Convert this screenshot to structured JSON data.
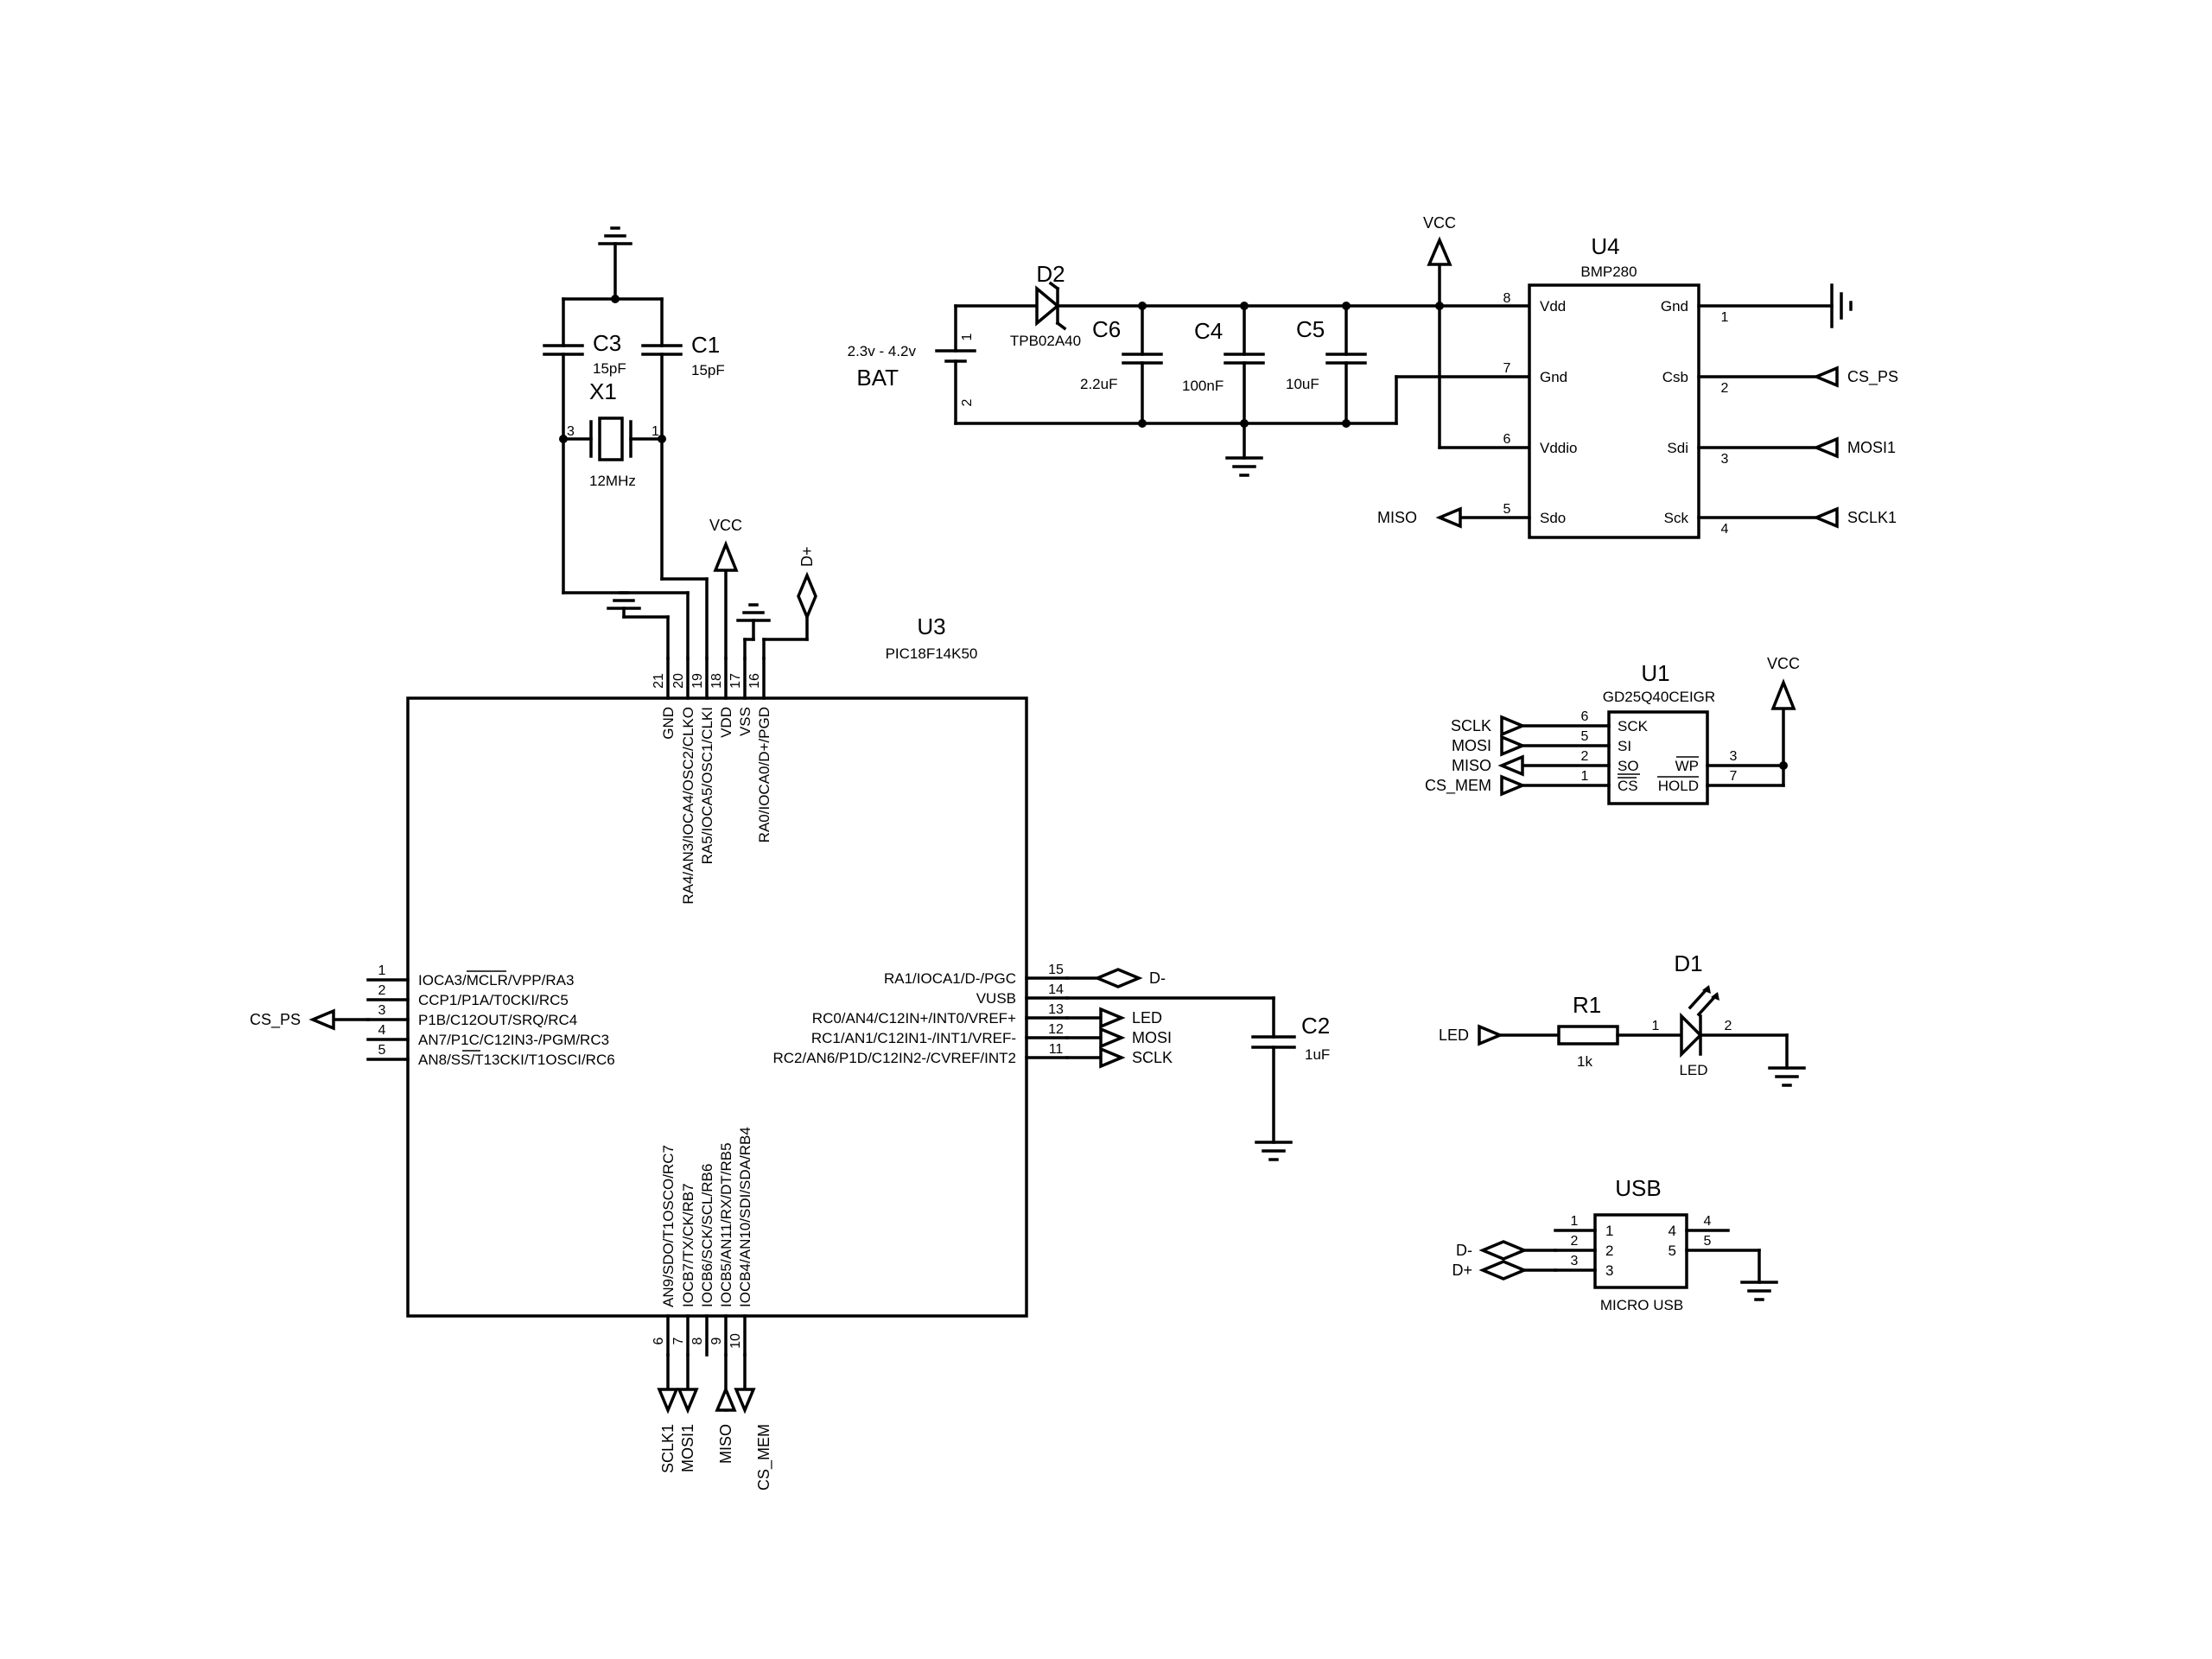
{
  "components": {
    "u3": {
      "ref": "U3",
      "part": "PIC18F14K50"
    },
    "u4": {
      "ref": "U4",
      "part": "BMP280"
    },
    "u1": {
      "ref": "U1",
      "part": "GD25Q40CEIGR"
    },
    "usb": {
      "ref": "USB",
      "part": "MICRO USB"
    },
    "c1": {
      "ref": "C1",
      "value": "15pF"
    },
    "c3": {
      "ref": "C3",
      "value": "15pF"
    },
    "x1": {
      "ref": "X1",
      "value": "12MHz"
    },
    "c2": {
      "ref": "C2",
      "value": "1uF"
    },
    "c4": {
      "ref": "C4",
      "value": "100nF"
    },
    "c5": {
      "ref": "C5",
      "value": "10uF"
    },
    "c6": {
      "ref": "C6",
      "value": "2.2uF"
    },
    "d2": {
      "ref": "D2",
      "part": "TPB02A40"
    },
    "bat": {
      "ref": "BAT",
      "value": "2.3v - 4.2v"
    },
    "r1": {
      "ref": "R1",
      "value": "1k"
    },
    "d1": {
      "ref": "D1",
      "part": "LED"
    }
  },
  "u3_top_pins": [
    {
      "num": "21",
      "name": "GND"
    },
    {
      "num": "20",
      "name": "RA4/AN3/IOCA4/OSC2/CLKO"
    },
    {
      "num": "19",
      "name": "RA5/IOCA5/OSC1/CLKI"
    },
    {
      "num": "18",
      "name": "VDD"
    },
    {
      "num": "17",
      "name": "VSS"
    },
    {
      "num": "16",
      "name": "RA0/IOCA0/D+/PGD"
    }
  ],
  "u3_left_pins": [
    {
      "num": "1",
      "name": "IOCA3/MCLR/VPP/RA3"
    },
    {
      "num": "2",
      "name": "CCP1/P1A/T0CKI/RC5"
    },
    {
      "num": "3",
      "name": "P1B/C12OUT/SRQ/RC4"
    },
    {
      "num": "4",
      "name": "AN7/P1C/C12IN3-/PGM/RC3"
    },
    {
      "num": "5",
      "name": "AN8/SS/T13CKI/T1OSCI/RC6"
    }
  ],
  "u3_right_pins": [
    {
      "num": "15",
      "name": "RA1/IOCA1/D-/PGC"
    },
    {
      "num": "14",
      "name": "VUSB"
    },
    {
      "num": "13",
      "name": "RC0/AN4/C12IN+/INT0/VREF+"
    },
    {
      "num": "12",
      "name": "RC1/AN1/C12IN1-/INT1/VREF-"
    },
    {
      "num": "11",
      "name": "RC2/AN6/P1D/C12IN2-/CVREF/INT2"
    }
  ],
  "u3_bottom_pins": [
    {
      "num": "6",
      "name": "AN9/SDO/T1OSCO/RC7"
    },
    {
      "num": "7",
      "name": "IOCB7/TX/CK/RB7"
    },
    {
      "num": "8",
      "name": "IOCB6/SCK/SCL/RB6"
    },
    {
      "num": "9",
      "name": "IOCB5/AN11/RX/DT/RB5"
    },
    {
      "num": "10",
      "name": "IOCB4/AN10/SDI/SDA/RB4"
    }
  ],
  "u4_left_pins": [
    {
      "num": "8",
      "name": "Vdd"
    },
    {
      "num": "7",
      "name": "Gnd"
    },
    {
      "num": "6",
      "name": "Vddio"
    },
    {
      "num": "5",
      "name": "Sdo"
    }
  ],
  "u4_right_pins": [
    {
      "num": "1",
      "name": "Gnd"
    },
    {
      "num": "2",
      "name": "Csb"
    },
    {
      "num": "3",
      "name": "Sdi"
    },
    {
      "num": "4",
      "name": "Sck"
    }
  ],
  "u1_left_pins": [
    {
      "num": "6",
      "name": "SCK"
    },
    {
      "num": "5",
      "name": "SI"
    },
    {
      "num": "2",
      "name": "SO"
    },
    {
      "num": "1",
      "name": "CS"
    }
  ],
  "u1_right_pins": [
    {
      "num": "3",
      "name": "WP"
    },
    {
      "num": "7",
      "name": "HOLD"
    }
  ],
  "usb_pins": [
    {
      "num": "1",
      "name": "1"
    },
    {
      "num": "2",
      "name": "2"
    },
    {
      "num": "3",
      "name": "3"
    },
    {
      "num": "4",
      "name": "4"
    },
    {
      "num": "5",
      "name": "5"
    }
  ],
  "battery_pins": [
    "1",
    "2"
  ],
  "crystal_pins": [
    "3",
    "1"
  ],
  "led_pins": [
    "1",
    "2"
  ],
  "nets": {
    "vcc": "VCC",
    "d_plus": "D+",
    "d_minus": "D-",
    "cs_ps": "CS_PS",
    "mosi1": "MOSI1",
    "sclk1": "SCLK1",
    "miso": "MISO",
    "sclk": "SCLK",
    "mosi": "MOSI",
    "cs_mem": "CS_MEM",
    "led": "LED"
  }
}
